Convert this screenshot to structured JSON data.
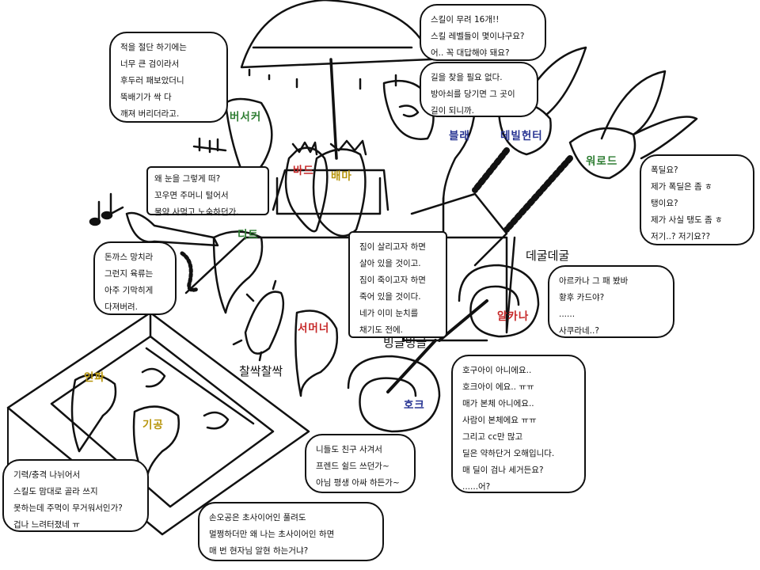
{
  "colors": {
    "ink": "#111111",
    "name_red": "#c62828",
    "name_green": "#2e7d32",
    "name_blue": "#283593",
    "name_yellow": "#b7950b"
  },
  "names": {
    "berserker": "버서커",
    "bard": "바드",
    "bama": "배마",
    "blade": "블래",
    "devil_hunter": "데빌헌터",
    "warlord": "워로드",
    "ditto": "디트",
    "summoner": "서머너",
    "arcana": "알카나",
    "hawk": "호크",
    "infighter": "인파",
    "gigong": "기공"
  },
  "sfx": {
    "swirl": "빙글빙글",
    "rolling": "데굴데굴",
    "whip": "찰싹찰싹"
  },
  "bubbles": {
    "berserker": [
      "적을 절단 하기에는",
      "너무 큰 검이라서",
      "후두러 패보았더니",
      "뚝배기가 싹 다",
      "깨져 버리더라고."
    ],
    "blade_skills": [
      "스킬이 무려 16개!!",
      "스킬 레벨들이 몇이냐구요?",
      "어.. 꼭 대답해야 돼요?"
    ],
    "blade_path": [
      "길을 찾을 필요 없다.",
      "방아쇠를 당기면 그 곳이",
      "길이 되니까."
    ],
    "bard": [
      "왜 눈을 그렇게 떠?",
      "꼬우면 주머니 털어서",
      "물약 사먹고 노숙하던가."
    ],
    "ditto": [
      "돈까스 망치라",
      "그런지 육류는",
      "아주 기막히게",
      "다져버려."
    ],
    "bama": [
      "짐이 살리고자 하면",
      "살아 있을 것이고.",
      "짐이 죽이고자 하면",
      "죽어 있을 것이다.",
      "네가 이미 눈치를",
      "채기도 전에."
    ],
    "warlord": [
      "폭딜요?",
      "제가 폭딜은 좀 ㅎ",
      "탱이요?",
      "제가 사실 탱도 좀 ㅎ",
      "저기..? 저기요??"
    ],
    "arcana": [
      "아르카나 그 패 봤바",
      "황후 카드야?",
      "......",
      "사쿠라네..?"
    ],
    "hawk": [
      "호구아이 아니에요..",
      "호크아이 에요.. ㅠㅠ",
      "매가 본체 아니에요..",
      "사람이 본체에요 ㅠㅠ",
      "그리고 cc만 많고",
      "딜은 약하단거 오해입니다.",
      "매 딜이 검나 세거든요?",
      "......어?"
    ],
    "summoner": [
      "니들도 친구 사겨서",
      "프렌드 쉴드 쓰던가~",
      "아님 평생 아싸 하든가~"
    ],
    "infighter": [
      "기력/충격 나뉘어서",
      "스킬도 맘대로 골라 쓰지",
      "못하는데 주먹이 무거워서인가?",
      "겁나 느려터졌네 ㅠ"
    ],
    "gigong": [
      "손오공은 초사이어인 풀려도",
      "멀쩡하더만 왜 나는 초사이어인 하면",
      "매 번 현자님 알현 하는거냐?"
    ]
  }
}
